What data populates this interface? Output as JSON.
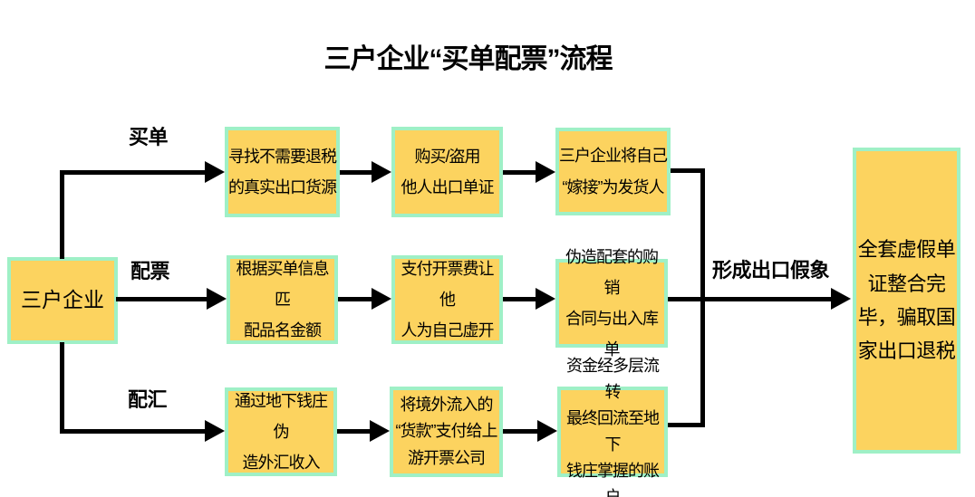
{
  "title": "三户企业“买单配票”流程",
  "colors": {
    "box_fill": "#FCD35F",
    "box_border": "#9FF0C6",
    "connector": "#000000",
    "background": "#FFFFFF",
    "text": "#000000"
  },
  "source": {
    "label": "三户企业"
  },
  "branches": [
    {
      "label": "买单",
      "steps": [
        "寻找不需要退税\n的真实出口货源",
        "购买/盗用\n他人出口单证",
        "三户企业将自己\n“嫁接”为发货人"
      ]
    },
    {
      "label": "配票",
      "steps": [
        "根据买单信息匹\n配品名金额",
        "支付开票费让他\n人为自己虚开",
        "伪造配套的购销\n合同与出入库单"
      ]
    },
    {
      "label": "配汇",
      "steps": [
        "通过地下钱庄伪\n造外汇收入",
        "将境外流入的\n“货款”支付给上\n游开票公司",
        "资金经多层流转\n最终回流至地下\n钱庄掌握的账户"
      ]
    }
  ],
  "merge": {
    "label": "形成出口假象"
  },
  "result": {
    "label": "全套虚假单\n证整合完\n毕，骗取国\n家出口退税"
  }
}
